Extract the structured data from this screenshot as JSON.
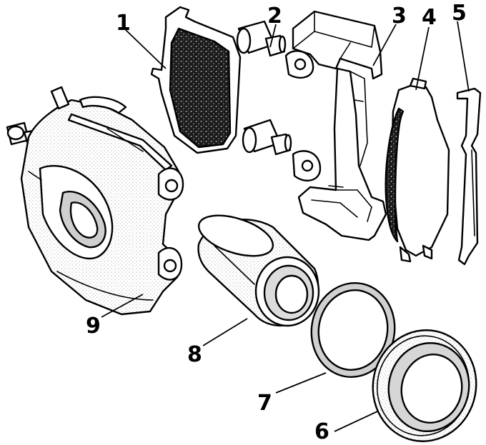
{
  "diagram": {
    "colors": {
      "ink": "#000000",
      "paper": "#ffffff",
      "shade": "#e6e6e6",
      "lining": "#1a1a1a"
    },
    "callouts": [
      {
        "id": "1",
        "label": "1"
      },
      {
        "id": "2",
        "label": "2"
      },
      {
        "id": "3",
        "label": "3"
      },
      {
        "id": "4",
        "label": "4"
      },
      {
        "id": "5",
        "label": "5"
      },
      {
        "id": "6",
        "label": "6"
      },
      {
        "id": "7",
        "label": "7"
      },
      {
        "id": "8",
        "label": "8"
      },
      {
        "id": "9",
        "label": "9"
      }
    ]
  }
}
